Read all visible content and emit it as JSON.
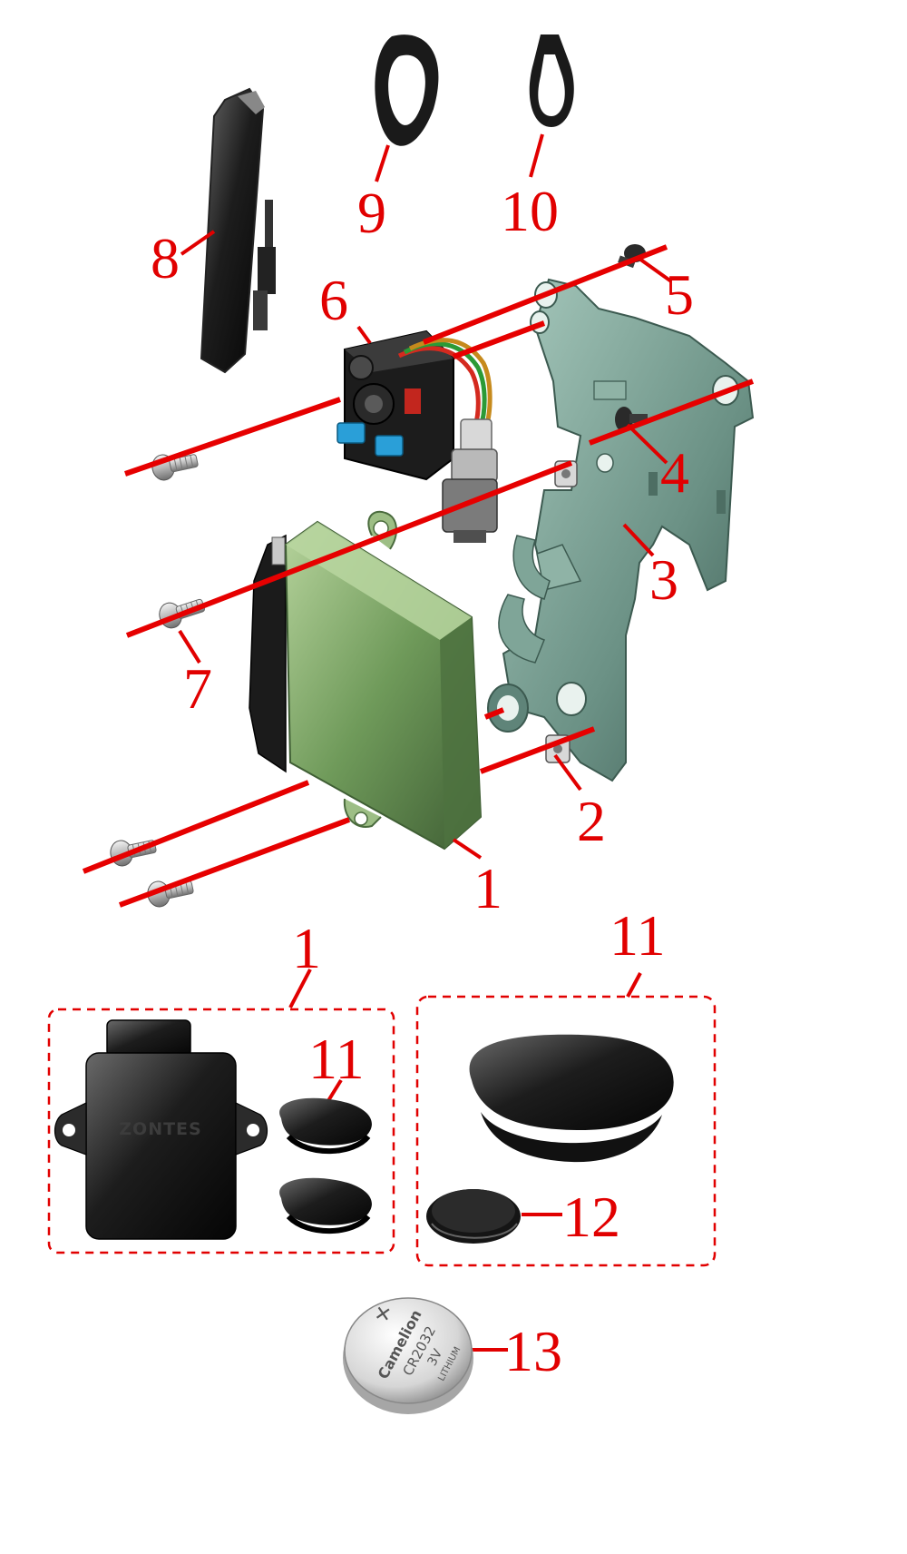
{
  "callouts": {
    "c1": "1",
    "c2": "2",
    "c3": "3",
    "c4": "4",
    "c5": "5",
    "c6": "6",
    "c7": "7",
    "c8": "8",
    "c9": "9",
    "c10": "10",
    "c1_box": "1",
    "c11_box": "11",
    "c11_inset": "11",
    "c12": "12",
    "c13": "13"
  },
  "part_markings": {
    "ecu_logo": "ZONTES",
    "battery_brand": "Camelion",
    "battery_model": "CR2032",
    "battery_voltage": "3V",
    "battery_type": "LITHIUM"
  },
  "colors": {
    "callout_red": "#e10000",
    "bracket_green": "#6e9488",
    "module_green": "#7fa070",
    "part_black": "#1a1a1a"
  }
}
